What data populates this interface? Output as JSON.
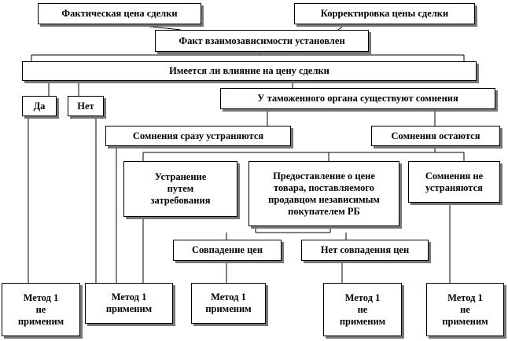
{
  "diagram": {
    "nodes": {
      "actual_price": "Фактическая  цена сделки",
      "price_adjustment": "Корректировка цены сделки",
      "interdependence_fact": "Факт взаимозависимости установлен",
      "influence_question": "Имеется ли влияние на цену сделки",
      "yes": "Да",
      "no": "Нет",
      "customs_doubts": "У таможенного органа существуют  сомнения",
      "doubts_resolved": "Сомнения сразу  устраняются",
      "doubts_remain": "Сомнения остаются",
      "removal_by_request": "Устранение\nпутем\nзатребования",
      "independent_seller_info": "Предоставление о цене\nтовара, поставляемого\nпродавцом независимым\nпокупателем РБ",
      "doubts_not_removed": "Сомнения не\nустраняются",
      "price_match": "Совпадение цен",
      "price_mismatch": "Нет совпадения цен",
      "method1_not_applicable_a": "Метод 1\nне\nприменим",
      "method1_applicable_a": "Метод 1\nприменим",
      "method1_applicable_b": "Метод 1\nприменим",
      "method1_not_applicable_b": "Метод 1\nне\nприменим",
      "method1_not_applicable_c": "Метод 1\nне\nприменим"
    }
  }
}
